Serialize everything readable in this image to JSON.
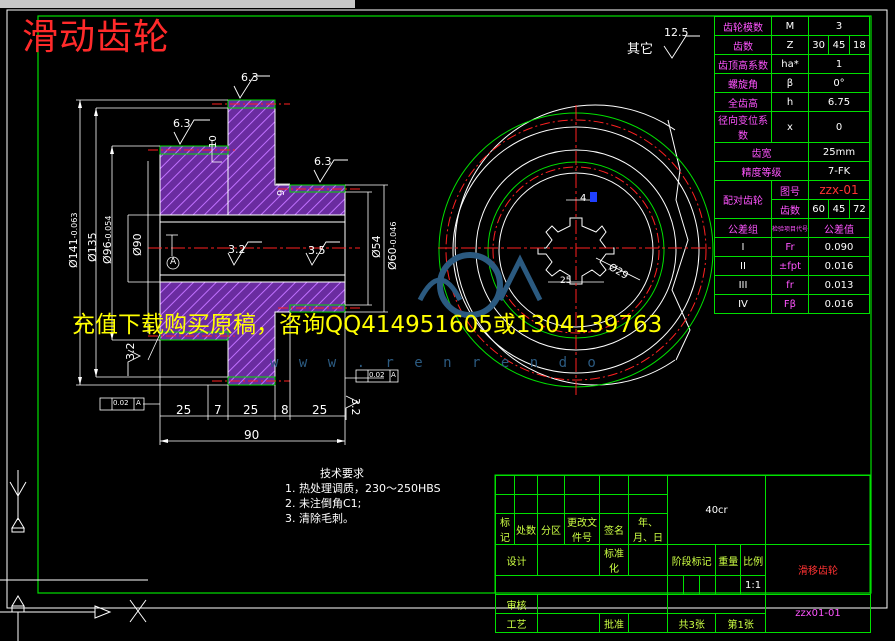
{
  "drawing": {
    "title": "滑动齿轮",
    "watermark_text": "充值下载购买原稿，咨询QQ414951605或1304139763",
    "watermark_url": "w w w . r e n r e n d o",
    "surface_note": "其它",
    "surface_note_value": "12.5"
  },
  "dims": {
    "d141": "Ø141",
    "d141_tol": "-0.063",
    "d135": "Ø135",
    "d96": "Ø96",
    "d96_tol": "-0.054",
    "d90": "Ø90",
    "d54": "Ø54",
    "d60": "Ø60",
    "d60_tol": "-0.046",
    "rough_63": "6.3",
    "rough_32": "3.2",
    "rough_35": "3.5",
    "len_25": "25",
    "len_7": "7",
    "len_8": "8",
    "len_90": "90",
    "gap_10": "10",
    "gap_9": "9",
    "datum_a": "A",
    "tol_frame": "0.02",
    "bore": "Ø29",
    "key_4": "4",
    "key_25": "25"
  },
  "params_table": {
    "rows": [
      {
        "label": "齿轮模数",
        "sym": "M",
        "val": "3"
      },
      {
        "label": "齿数",
        "sym": "Z",
        "vals": [
          "30",
          "45",
          "18"
        ]
      },
      {
        "label": "齿顶高系数",
        "sym": "ha*",
        "val": "1"
      },
      {
        "label": "螺旋角",
        "sym": "β",
        "val": "0°"
      },
      {
        "label": "全齿高",
        "sym": "h",
        "val": "6.75"
      },
      {
        "label": "径向变位系数",
        "sym": "x",
        "val": "0"
      },
      {
        "label": "齿宽",
        "val": "25mm"
      },
      {
        "label": "精度等级",
        "val": "7-FK"
      },
      {
        "label": "配对齿轮",
        "sub": [
          {
            "k": "图号",
            "v": "zzx-01"
          },
          {
            "k": "齿数",
            "vals": [
              "60",
              "45",
              "72"
            ]
          }
        ]
      },
      {
        "label": "公差组",
        "sym": "检验项目代号",
        "val": "公差值"
      },
      {
        "label": "I",
        "sym": "Fr",
        "val": "0.090"
      },
      {
        "label": "II",
        "sym": "±fpt",
        "val": "0.016"
      },
      {
        "label": "III",
        "sym": "fr",
        "val": "0.013"
      },
      {
        "label": "IV",
        "sym": "Fβ",
        "val": "0.016"
      }
    ]
  },
  "tech_requirements": {
    "heading": "技术要求",
    "items": [
      "1. 热处理调质，230～250HBS",
      "2. 未注倒角C1;",
      "3. 清除毛刺。"
    ]
  },
  "title_block": {
    "material": "40cr",
    "part_name": "滑移齿轮",
    "drawing_no": "zzx01-01",
    "scale": "1:1",
    "header_cells": [
      "标记",
      "处数",
      "分区",
      "更改文件号",
      "签名",
      "年、月、日"
    ],
    "row_design": "设计",
    "row_standard": "标准化",
    "row_review": "审核",
    "row_process": "工艺",
    "row_approve": "批准",
    "stage_cells": [
      "阶段标记",
      "重量",
      "比例"
    ],
    "sheets_total": "共3张",
    "sheet_no": "第1张"
  },
  "colors": {
    "background": "#000000",
    "frame": "#00e000",
    "hatch": "#b040ff",
    "center": "#ff2020",
    "dimension": "#ffffff",
    "watermark": "#ffff00"
  }
}
